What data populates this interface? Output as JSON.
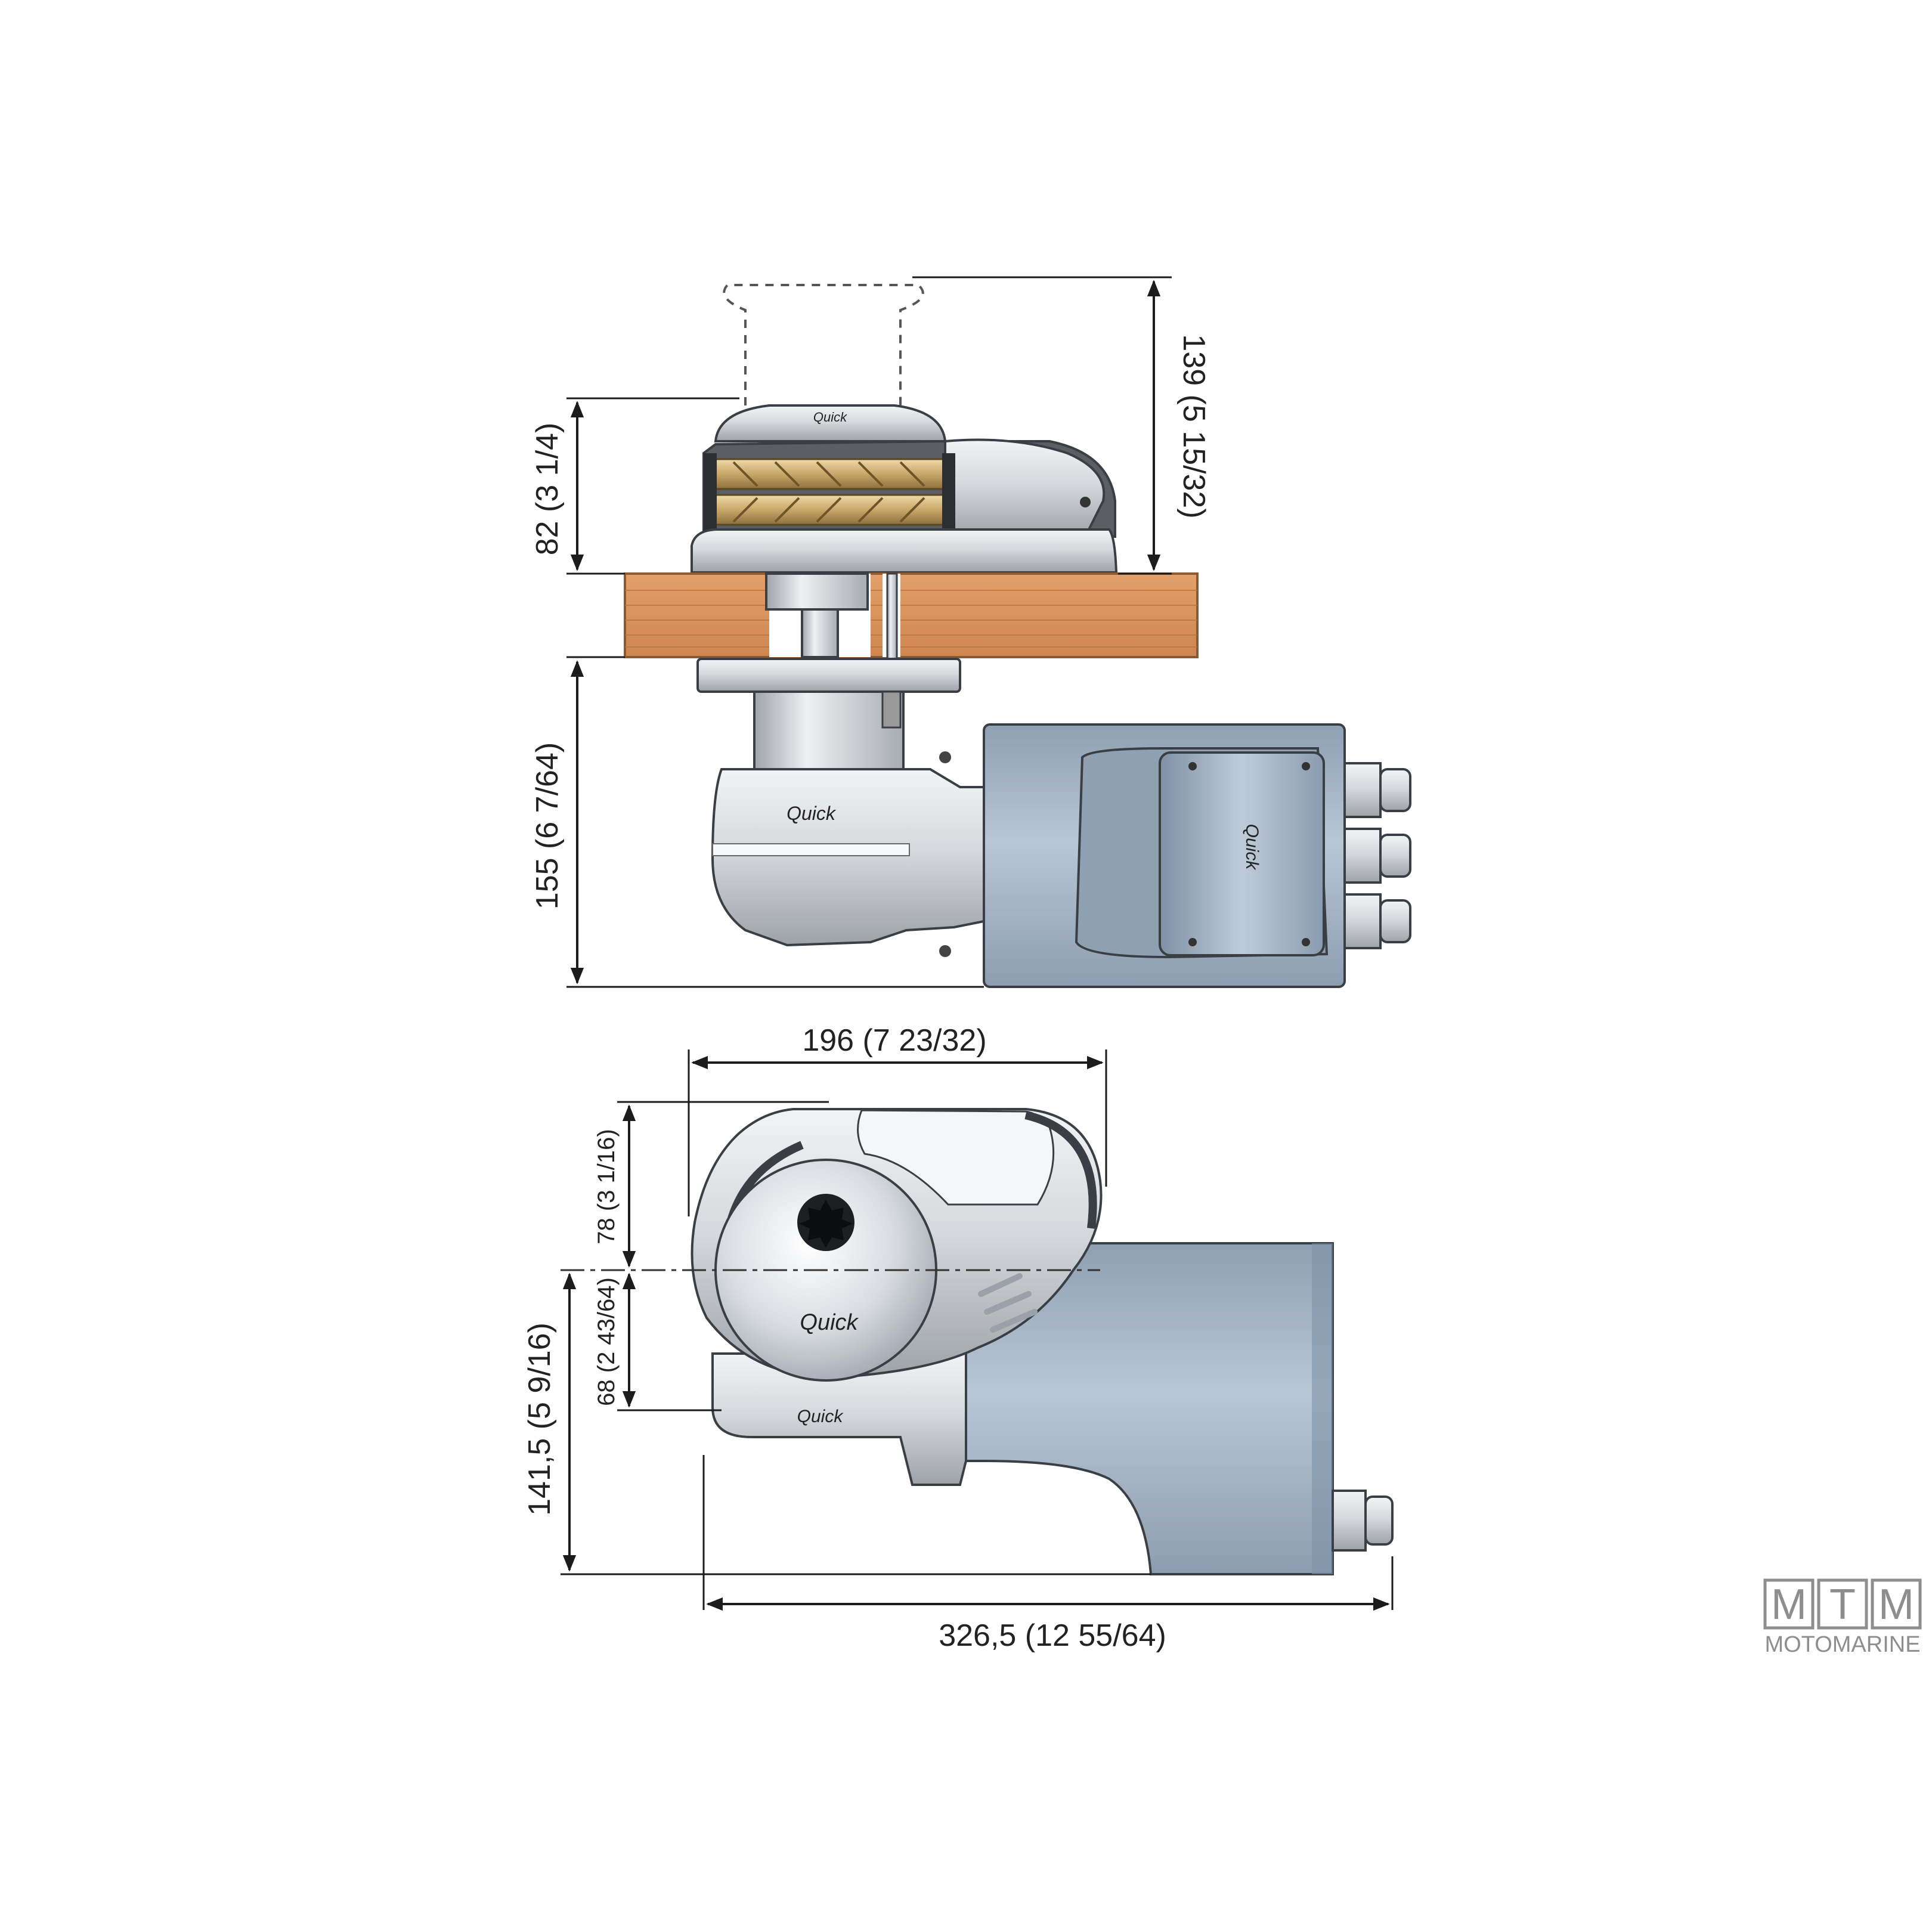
{
  "drawing": {
    "side_view": {
      "dimensions": {
        "top_height": "139 (5 15/32)",
        "above_deck_height": "82 (3 1/4)",
        "below_deck_height": "155 (6 7/64)"
      },
      "parts": [
        "dashed-capstan-outline",
        "gypsy-cover",
        "chain-gypsy",
        "deck-plank",
        "shaft",
        "flange-plate",
        "gearbox",
        "motor",
        "cable-glands"
      ]
    },
    "top_view": {
      "dimensions": {
        "width_upper": "196 (7 23/32)",
        "front_radius": "78 (3 1/16)",
        "rear_radius": "68 (2 43/64)",
        "overall_height": "141,5 (5 9/16)",
        "overall_length": "326,5 (12 55/64)"
      }
    },
    "brand_marks": {
      "gypsy_cap_mark": "Quick",
      "gearbox_mark": "Quick",
      "motor_cover_mark": "Quick"
    }
  },
  "watermark": {
    "letters": [
      "M",
      "T",
      "M"
    ],
    "text": "MOTOMARINE"
  },
  "colors": {
    "wood": "#d9915a",
    "motor_blue": "#a9b7c7",
    "metal": "#d4d7db",
    "dark_metal": "#5b5e62",
    "brass": "#c9a76a",
    "line": "#1c1c1c",
    "watermark": "#8e8e8e"
  }
}
